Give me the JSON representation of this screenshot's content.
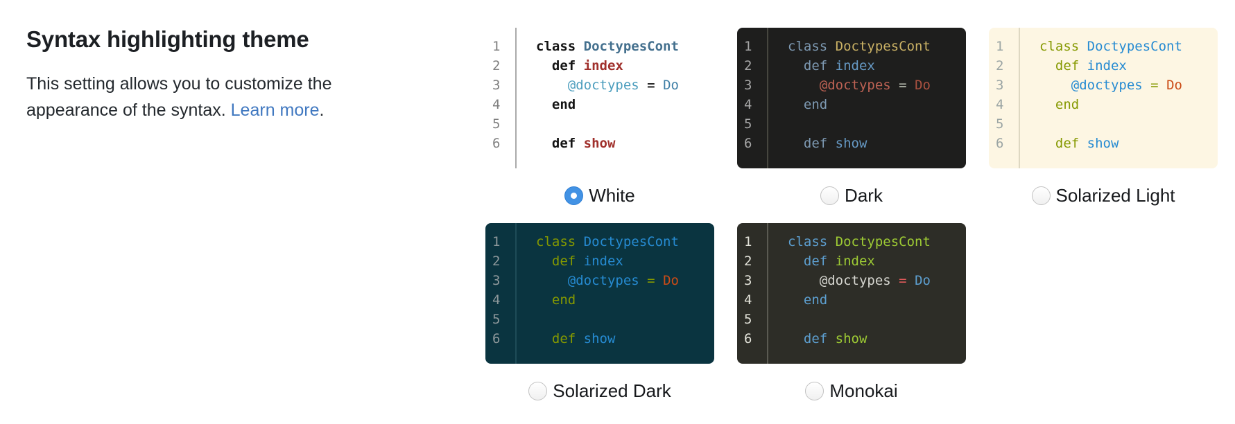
{
  "intro": {
    "title": "Syntax highlighting theme",
    "description_before_link": "This setting allows you to customize the appearance of the syntax. ",
    "link_text": "Learn more",
    "description_after_link": ".",
    "link_color": "#4078c0"
  },
  "radio": {
    "selected_fill": "#4292e4",
    "selected_border": "#2f7fd4",
    "selected_dot": "#ffffff",
    "unselected_border": "#c2c2c2"
  },
  "code_sample": {
    "line_numbers": [
      "1",
      "2",
      "3",
      "4",
      "5",
      "6"
    ],
    "lines": [
      [
        {
          "type": "keyword",
          "text": "class"
        },
        {
          "type": "plain",
          "text": " "
        },
        {
          "type": "class_name",
          "text": "DoctypesCont"
        }
      ],
      [
        {
          "type": "plain",
          "text": "  "
        },
        {
          "type": "keyword",
          "text": "def"
        },
        {
          "type": "plain",
          "text": " "
        },
        {
          "type": "function",
          "text": "index"
        }
      ],
      [
        {
          "type": "plain",
          "text": "    "
        },
        {
          "type": "variable",
          "text": "@doctypes"
        },
        {
          "type": "plain",
          "text": " "
        },
        {
          "type": "operator",
          "text": "="
        },
        {
          "type": "plain",
          "text": " "
        },
        {
          "type": "constant",
          "text": "Do"
        }
      ],
      [
        {
          "type": "plain",
          "text": "  "
        },
        {
          "type": "keyword",
          "text": "end"
        }
      ],
      [],
      [
        {
          "type": "plain",
          "text": "  "
        },
        {
          "type": "keyword",
          "text": "def"
        },
        {
          "type": "plain",
          "text": " "
        },
        {
          "type": "function",
          "text": "show"
        }
      ]
    ]
  },
  "themes": [
    {
      "id": "white",
      "label": "White",
      "selected": true,
      "colors": {
        "background": "#ffffff",
        "line_number": "#7f7f7f",
        "divider": "#aaaaaa",
        "tokens": {
          "keyword": "#141414",
          "class_name": "#44708e",
          "function": "#a0302c",
          "variable": "#4b9dbd",
          "operator": "#2b2b2b",
          "constant": "#3f7fa6",
          "plain": "#333333"
        },
        "bold_token_types": [
          "keyword",
          "class_name",
          "function",
          "operator"
        ]
      }
    },
    {
      "id": "dark",
      "label": "Dark",
      "selected": false,
      "colors": {
        "background": "#1e1e1d",
        "line_number": "#a8a8a8",
        "divider": "#46463f",
        "tokens": {
          "keyword": "#7e9ab3",
          "class_name": "#cbb265",
          "function": "#6699c4",
          "variable": "#bd6254",
          "operator": "#c9cfc1",
          "constant": "#ab5241",
          "plain": "#c9cfc1"
        },
        "bold_token_types": []
      }
    },
    {
      "id": "solarized-light",
      "label": "Solarized Light",
      "selected": false,
      "colors": {
        "background": "#fdf6e3",
        "line_number": "#9ba5a4",
        "divider": "#ded8c2",
        "tokens": {
          "keyword": "#859900",
          "class_name": "#268bd2",
          "function": "#268bd2",
          "variable": "#268bd2",
          "operator": "#859900",
          "constant": "#cb4b16",
          "plain": "#657b83"
        },
        "bold_token_types": []
      }
    },
    {
      "id": "solarized-dark",
      "label": "Solarized Dark",
      "selected": false,
      "colors": {
        "background": "#0a3440",
        "line_number": "#8e989b",
        "divider": "#1e4b57",
        "tokens": {
          "keyword": "#859900",
          "class_name": "#268bd2",
          "function": "#268bd2",
          "variable": "#268bd2",
          "operator": "#859900",
          "constant": "#cb4b16",
          "plain": "#839496"
        },
        "bold_token_types": []
      }
    },
    {
      "id": "monokai",
      "label": "Monokai",
      "selected": false,
      "colors": {
        "background": "#2d2d27",
        "line_number": "#e3e3da",
        "divider": "#5a5a52",
        "tokens": {
          "keyword": "#5d9fd0",
          "class_name": "#9ecb34",
          "function": "#9ecb34",
          "variable": "#d6d6d0",
          "operator": "#e05a5a",
          "constant": "#5d9fd0",
          "plain": "#d6d6d0"
        },
        "bold_token_types": []
      }
    }
  ]
}
